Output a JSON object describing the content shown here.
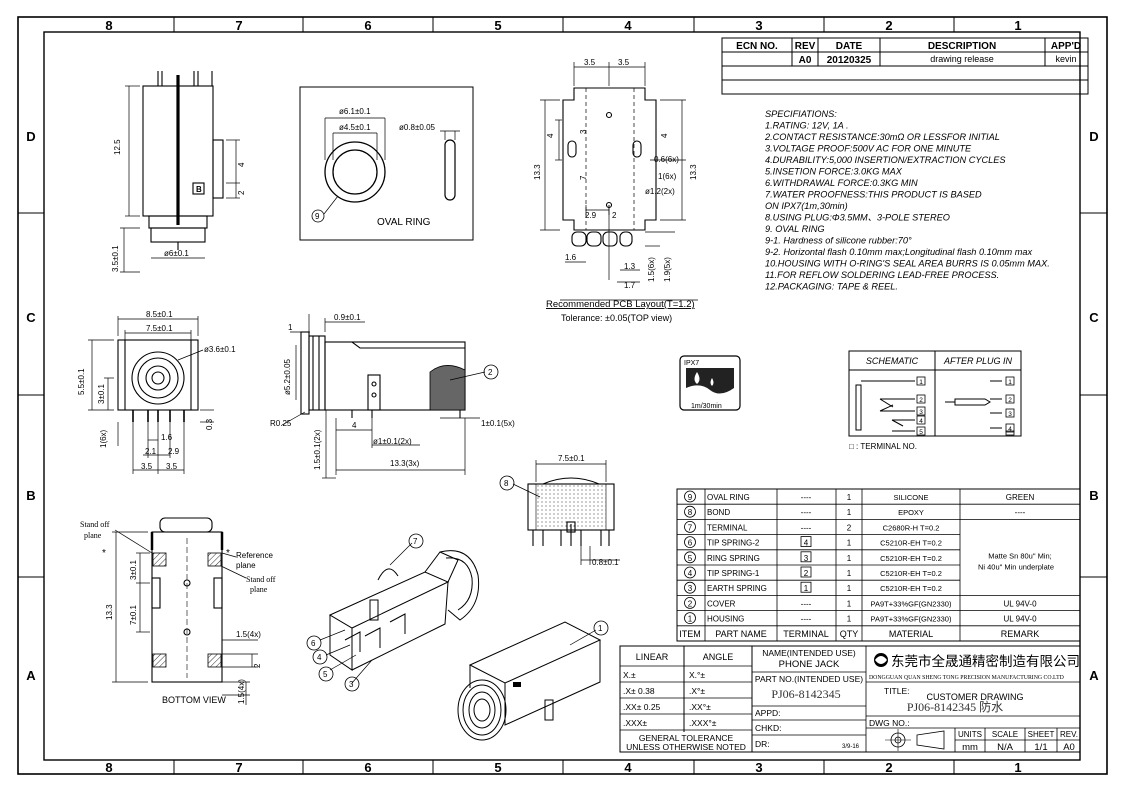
{
  "border": {
    "columns": [
      "8",
      "7",
      "6",
      "5",
      "4",
      "3",
      "2",
      "1"
    ],
    "rows": [
      "D",
      "C",
      "B",
      "A"
    ]
  },
  "revision": {
    "headers": [
      "ECN NO.",
      "REV",
      "DATE",
      "DESCRIPTION",
      "APP'D"
    ],
    "row": {
      "ecn": "",
      "rev": "A0",
      "date": "20120325",
      "description": "drawing release",
      "appd": "kevin"
    }
  },
  "specs": {
    "lines": [
      "SPECIFIATIONS:",
      "1.RATING:  12V,  1A  .",
      "2.CONTACT RESISTANCE:30mΩ OR LESSFOR INITIAL",
      "3.VOLTAGE PROOF:500V AC FOR ONE MINUTE",
      "4.DURABILITY:5,000 INSERTION/EXTRACTION CYCLES",
      "5.INSETION FORCE:3.0KG MAX",
      "6.WITHDRAWAL FORCE:0.3KG MIN",
      "7.WATER PROOFNESS:THIS PRODUCT IS BASED",
      "   ON IPX7(1m,30min)",
      "8.USING PLUG:Φ3.5MM、3-POLE STEREO",
      "9.  OVAL RING",
      "  9-1. Hardness of silicone rubber:70°",
      "  9-2. Horizontal flash 0.10mm max;Longitudinal flash 0.10mm max",
      "10.HOUSING WITH O-RING'S SEAL AREA BURRS IS 0.05mm MAX.",
      "11.FOR REFLOW SOLDERING LEAD-FREE PROCESS.",
      "12.PACKAGING: TAPE & REEL."
    ]
  },
  "views": {
    "oval_ring": {
      "label": "OVAL RING",
      "d1": "ø6.1±0.1",
      "d2": "ø4.5±0.1",
      "d3": "ø0.8±0.05",
      "callout": "9"
    },
    "pcb": {
      "title": "Recommended PCB Layout(T=1.2)",
      "tolerance": "Tolerance: ±0.05(TOP view)",
      "dims": [
        "3.5",
        "3.5",
        "4",
        "3",
        "4",
        "13.3",
        "13.3",
        "7",
        "0.6(6x)",
        "1(6x)",
        "ø1.2(2x)",
        "2.9",
        "2",
        "1.6",
        "1.3",
        "1.7",
        "1.5(6x)",
        "1.9(5x)"
      ]
    },
    "top": {
      "dims": [
        "12.5",
        "4",
        "2",
        "3.5±0.1",
        "ø6±0.1"
      ],
      "mark": "B"
    },
    "front": {
      "dims": [
        "8.5±0.1",
        "7.5±0.1",
        "ø3.6±0.1",
        "5.5±0.1",
        "3±0.1",
        "1(6x)",
        "1.6",
        "2.1",
        "2.9",
        "3.5",
        "3.5",
        "0.3"
      ]
    },
    "side": {
      "dims": [
        "1",
        "0.9±0.1",
        "ø5.2±0.05",
        "R0.25",
        "4",
        "ø1±0.1(2x)",
        "1±0.1(5x)",
        "1.5±0.1(2x)",
        "13.3(3x)"
      ],
      "callout": "2"
    },
    "section": {
      "dims": [
        "7.5±0.1",
        "0.8±0.1"
      ],
      "callout": "8"
    },
    "bottom": {
      "label": "BOTTOM VIEW",
      "dims": [
        "3±0.1",
        "7±0.1",
        "13.3",
        "1.5(4x)",
        "2",
        "1.5(4x)"
      ],
      "notes": [
        "Stand off",
        "plane",
        "Reference",
        "plane",
        "Stand off",
        "plane"
      ],
      "star": "*"
    },
    "iso_callouts": [
      "7",
      "6",
      "4",
      "5",
      "3",
      "1"
    ]
  },
  "ipx7": {
    "top": "IPX7",
    "bottom": "1m/30min"
  },
  "schematic": {
    "headers": [
      "SCHEMATIC",
      "AFTER PLUG IN"
    ],
    "terminals_left": [
      "1",
      "2",
      "3",
      "4",
      "5"
    ],
    "terminals_right": [
      "1",
      "2",
      "3",
      "4",
      "5"
    ],
    "note": "□ : TERMINAL NO."
  },
  "bom": {
    "headers": [
      "ITEM",
      "PART NAME",
      "TERMINAL",
      "QTY",
      "MATERIAL",
      "REMARK"
    ],
    "rows": [
      {
        "item": "9",
        "name": "OVAL RING",
        "terminal": "----",
        "qty": "1",
        "material": "SILICONE",
        "remark": "GREEN"
      },
      {
        "item": "8",
        "name": "BOND",
        "terminal": "----",
        "qty": "1",
        "material": "EPOXY",
        "remark": "----"
      },
      {
        "item": "7",
        "name": "TERMINAL",
        "terminal": "----",
        "qty": "2",
        "material": "C2680R-H T=0.2",
        "remark": ""
      },
      {
        "item": "6",
        "name": "TIP SPRING-2",
        "terminal": "4",
        "qty": "1",
        "material": "C5210R-EH T=0.2",
        "remark": ""
      },
      {
        "item": "5",
        "name": "RING SPRING",
        "terminal": "3",
        "qty": "1",
        "material": "C5210R-EH T=0.2",
        "remark": ""
      },
      {
        "item": "4",
        "name": "TIP SPRING-1",
        "terminal": "2",
        "qty": "1",
        "material": "C5210R-EH T=0.2",
        "remark": ""
      },
      {
        "item": "3",
        "name": "EARTH SPRING",
        "terminal": "1",
        "qty": "1",
        "material": "C5210R-EH T=0.2",
        "remark": ""
      },
      {
        "item": "2",
        "name": "COVER",
        "terminal": "----",
        "qty": "1",
        "material": "PA9T+33%GF(GN2330)",
        "remark": "UL 94V-0"
      },
      {
        "item": "1",
        "name": "HOUSING",
        "terminal": "----",
        "qty": "1",
        "material": "PA9T+33%GF(GN2330)",
        "remark": "UL 94V-0"
      }
    ],
    "plating": [
      "Matte Sn 80u\" Min;",
      "Ni 40u\" Min underplate"
    ]
  },
  "titleblock": {
    "linear": "LINEAR",
    "angle": "ANGLE",
    "tol_rows": [
      [
        "X.±",
        "X.°±"
      ],
      [
        ".X±  0.38",
        ".X°±"
      ],
      [
        ".XX±  0.25",
        ".XX°±"
      ],
      [
        ".XXX±",
        ".XXX°±"
      ]
    ],
    "general": [
      "GENERAL TOLERANCE",
      "UNLESS OTHERWISE NOTED"
    ],
    "name_label": "NAME(INTENDED USE)",
    "name": "PHONE JACK",
    "partno_label": "PART NO.(INTENDED USE)",
    "partno": "PJ06-8142345",
    "appd": "APPD:",
    "chkd": "CHKD:",
    "dr": "DR:",
    "date": "3/9-16",
    "company_cn": "东莞市全晟通精密制造有限公司",
    "company_en": "DONGGUAN QUAN SHENG TONG PRECISION MANUFACTURING CO.LTD",
    "title_label": "TITLE:",
    "title1": "CUSTOMER DRAWING",
    "title2": "PJ06-8142345  防水",
    "dwg_label": "DWG NO.:",
    "units_label": "UNITS",
    "units": "mm",
    "scale_label": "SCALE",
    "scale": "N/A",
    "sheet_label": "SHEET",
    "sheet": "1/1",
    "rev_label": "REV.",
    "rev": "A0"
  },
  "colors": {
    "line": "#000000",
    "hatch": "#555555"
  }
}
